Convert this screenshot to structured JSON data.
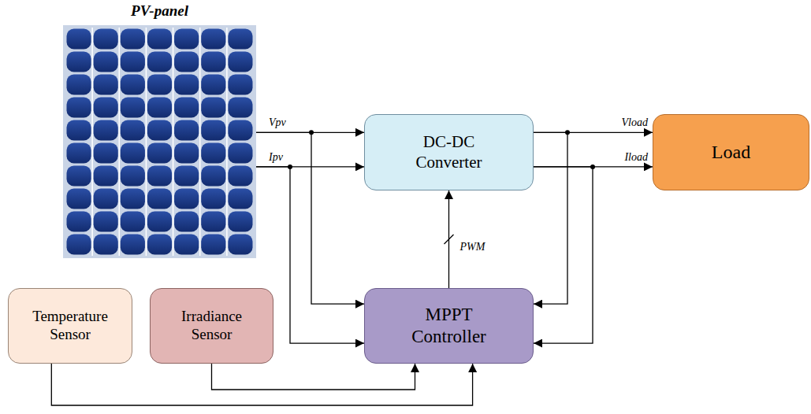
{
  "diagram": {
    "nodes": [
      {
        "text": [
          "PV-panel"
        ]
      },
      {
        "text": [
          "DC-DC Converter"
        ]
      },
      {
        "text": [
          "Load"
        ]
      },
      {
        "text": [
          "Temperature Sensor"
        ]
      },
      {
        "text": [
          "Irradiance Sensor"
        ]
      },
      {
        "text": [
          "MPPT Controller"
        ]
      }
    ],
    "edges": [
      {
        "from": 0,
        "to": 1,
        "arrow": "to",
        "label": "Vpv"
      },
      {
        "from": 0,
        "to": 1,
        "arrow": "to",
        "label": "Ipv"
      },
      {
        "from": 0,
        "to": 5,
        "arrow": "to"
      },
      {
        "from": 0,
        "to": 5,
        "arrow": "to"
      },
      {
        "from": 1,
        "to": 2,
        "arrow": "to",
        "label": "Vload"
      },
      {
        "from": 1,
        "to": 2,
        "arrow": "to",
        "label": "Iload"
      },
      {
        "from": 1,
        "to": 5,
        "arrow": "to"
      },
      {
        "from": 1,
        "to": 5,
        "arrow": "to"
      },
      {
        "from": 5,
        "to": 1,
        "arrow": "to",
        "label": "PWM"
      },
      {
        "from": 4,
        "to": 5,
        "arrow": "to"
      },
      {
        "from": 3,
        "to": 5,
        "arrow": "to"
      }
    ]
  }
}
